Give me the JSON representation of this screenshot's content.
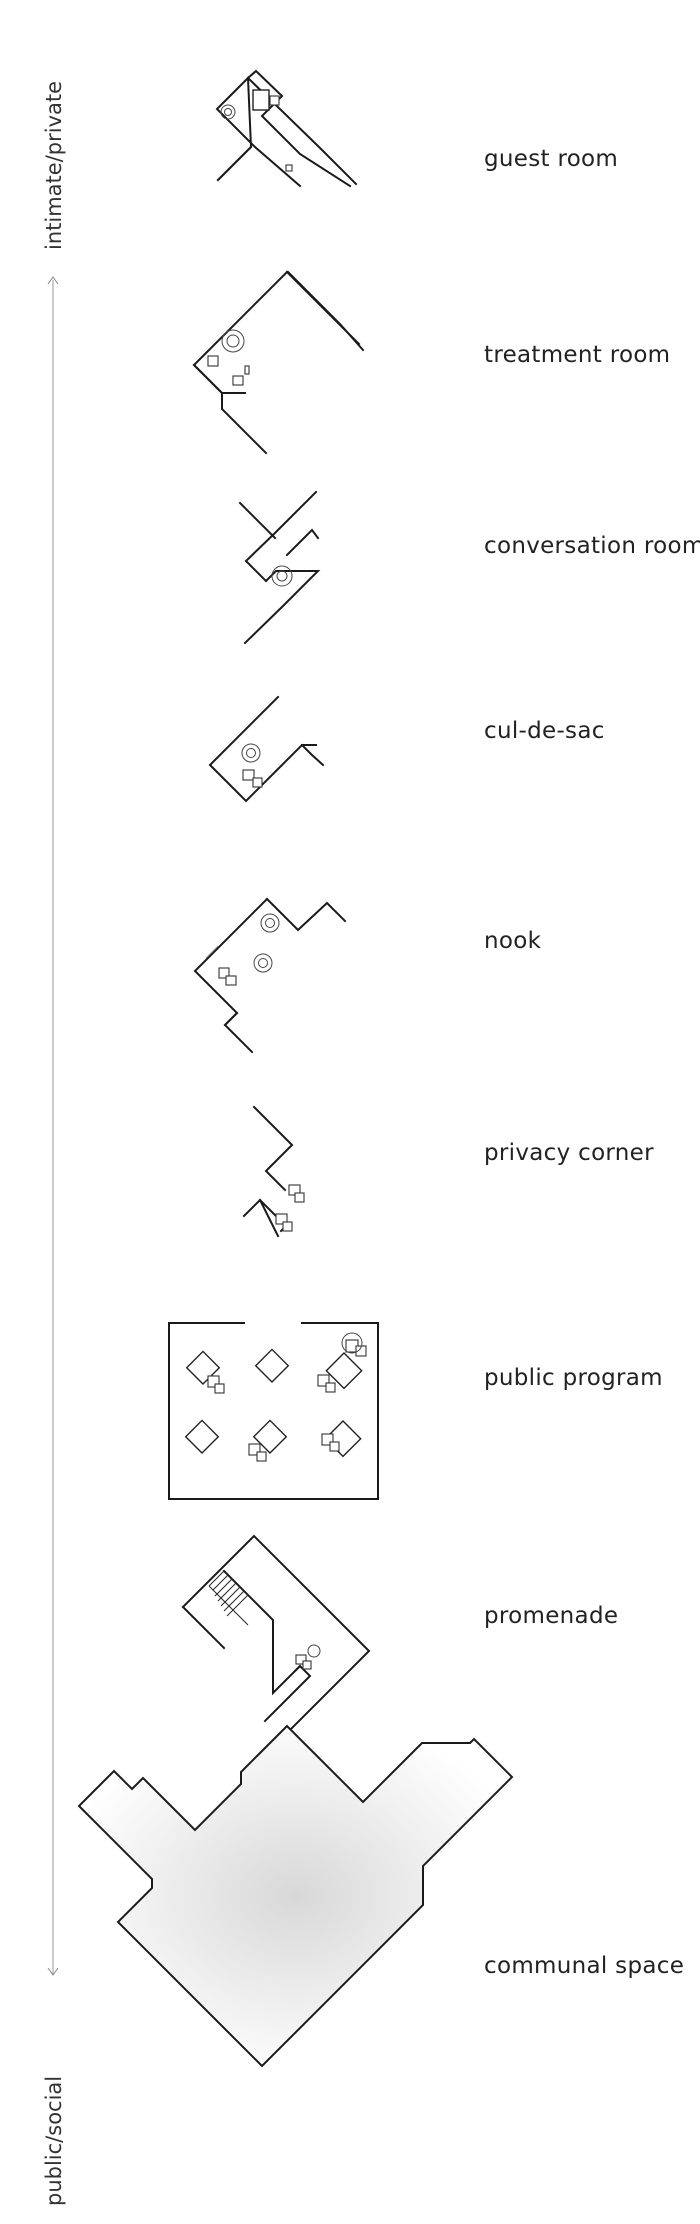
{
  "axis": {
    "top_label": "intimate/private",
    "bottom_label": "public/social"
  },
  "rooms": [
    {
      "label": "guest room"
    },
    {
      "label": "treatment room"
    },
    {
      "label": "conversation room"
    },
    {
      "label": "cul-de-sac"
    },
    {
      "label": "nook"
    },
    {
      "label": "privacy corner"
    },
    {
      "label": "public program"
    },
    {
      "label": "promenade"
    },
    {
      "label": "communal space"
    }
  ]
}
